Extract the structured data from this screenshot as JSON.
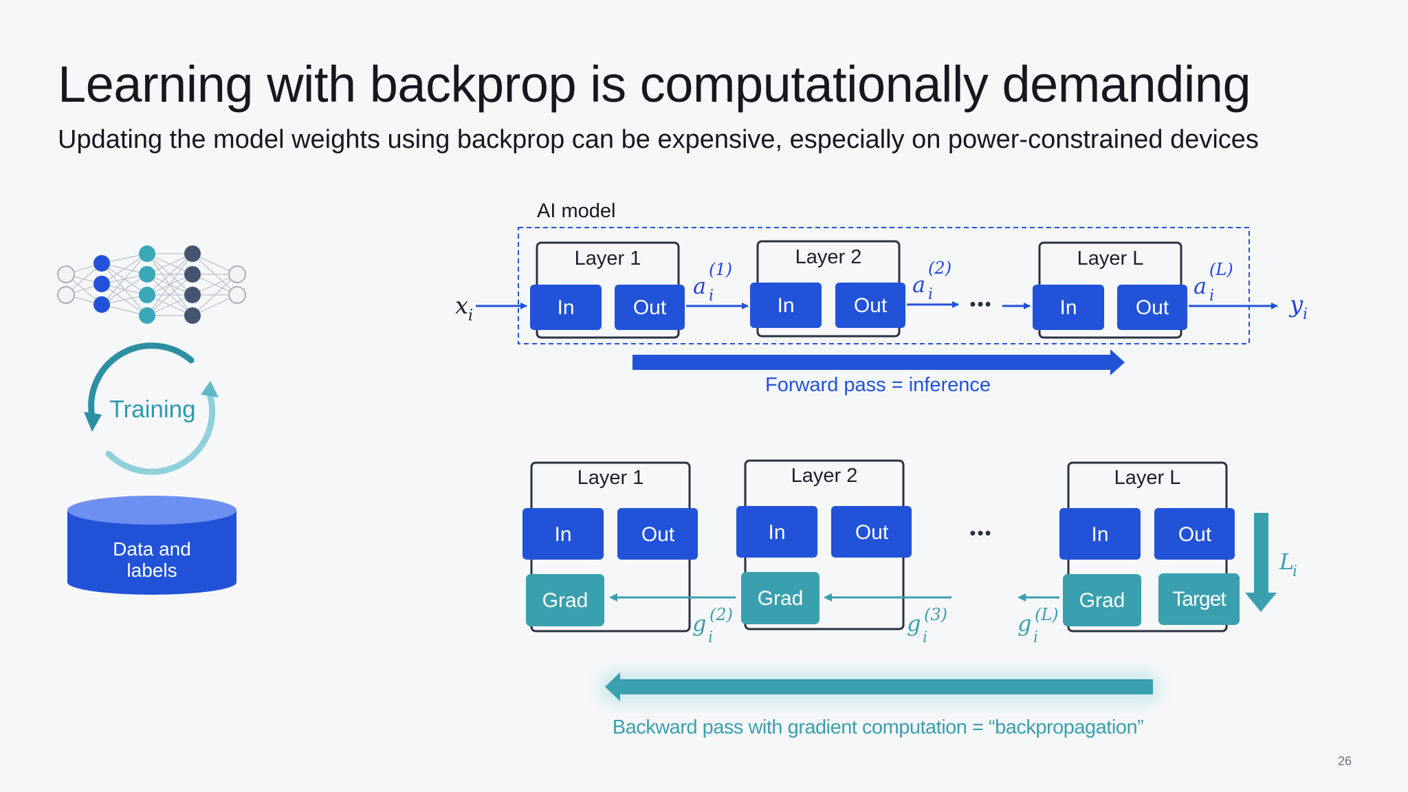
{
  "slide": {
    "title": "Learning with backprop is computationally demanding",
    "subtitle": "Updating the model weights using backprop can be expensive, especially on power-constrained devices",
    "page_number": "26"
  },
  "left_panel": {
    "training_label": "Training",
    "database_label_line1": "Data and",
    "database_label_line2": "labels",
    "icons": [
      "neural-network-icon",
      "training-cycle-icon",
      "database-icon"
    ]
  },
  "forward": {
    "model_label": "AI model",
    "layers": [
      {
        "title": "Layer 1",
        "in": "In",
        "out": "Out",
        "activation_base": "a",
        "activation_sub": "i",
        "activation_sup": "(1)"
      },
      {
        "title": "Layer 2",
        "in": "In",
        "out": "Out",
        "activation_base": "a",
        "activation_sub": "i",
        "activation_sup": "(2)"
      },
      {
        "title": "Layer L",
        "in": "In",
        "out": "Out",
        "activation_base": "a",
        "activation_sub": "i",
        "activation_sup": "(L)"
      }
    ],
    "input_base": "x",
    "input_sub": "i",
    "output_base": "y",
    "output_sub": "i",
    "ellipsis": "•••",
    "caption": "Forward pass = inference"
  },
  "backward": {
    "layers": [
      {
        "title": "Layer 1",
        "in": "In",
        "out": "Out",
        "grad": "Grad",
        "gradient_base": "g",
        "gradient_sub": "i",
        "gradient_sup": "(2)"
      },
      {
        "title": "Layer 2",
        "in": "In",
        "out": "Out",
        "grad": "Grad",
        "gradient_base": "g",
        "gradient_sub": "i",
        "gradient_sup": "(3)"
      },
      {
        "title": "Layer L",
        "in": "In",
        "out": "Out",
        "grad": "Grad",
        "target": "Target",
        "gradient_base": "g",
        "gradient_sub": "i",
        "gradient_sup": "(L)"
      }
    ],
    "ellipsis": "•••",
    "loss_base": "L",
    "loss_sub": "i",
    "caption": "Backward pass with gradient computation = “backpropagation”"
  },
  "colors": {
    "blue": "#2152d8",
    "teal": "#3a9fae",
    "dark": "#1b1f2a",
    "background": "#f6f7f9"
  }
}
